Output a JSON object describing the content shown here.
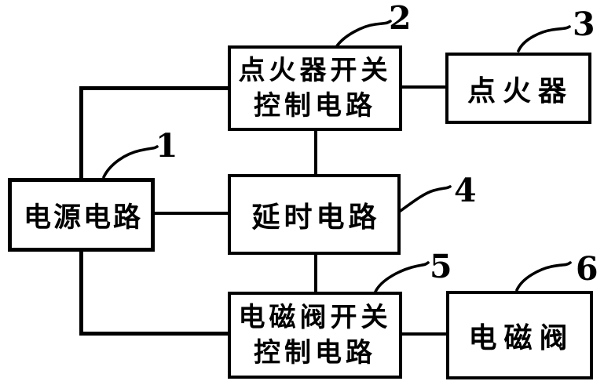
{
  "colors": {
    "ink": "#000000",
    "paper": "#ffffff"
  },
  "boxes": {
    "power": {
      "label": "电源电路",
      "ref": "1"
    },
    "igniter_switch": {
      "line1": "点火器开关",
      "line2": "控制电路",
      "ref": "2"
    },
    "igniter": {
      "label": "点火器",
      "ref": "3"
    },
    "delay": {
      "label": "延时电路",
      "ref": "4"
    },
    "solenoid_switch": {
      "line1": "电磁阀开关",
      "line2": "控制电路",
      "ref": "5"
    },
    "solenoid": {
      "label": "电磁阀",
      "ref": "6"
    }
  }
}
